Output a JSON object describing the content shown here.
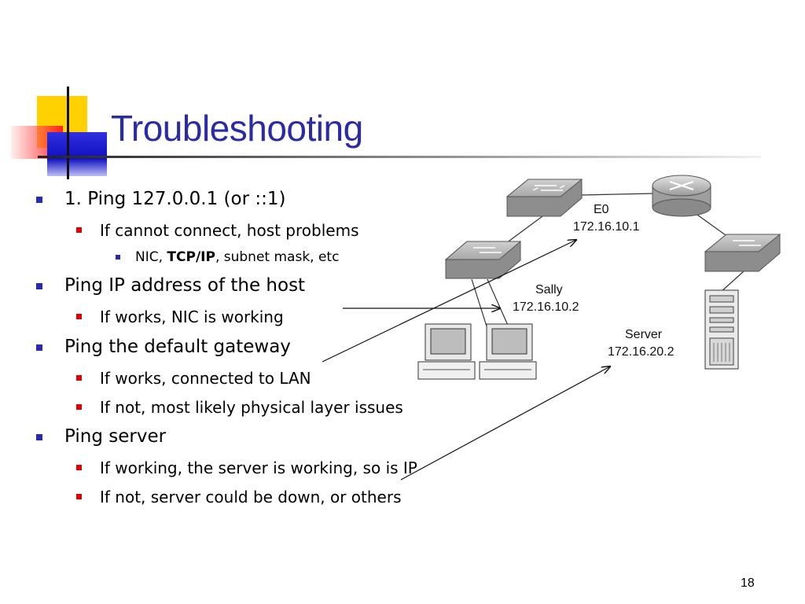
{
  "slide": {
    "title": "Troubleshooting",
    "page_number": "18",
    "bullets": [
      {
        "level": 1,
        "text": "1. Ping 127.0.0.1 (or ::1)"
      },
      {
        "level": 2,
        "text": "If cannot connect, host problems"
      },
      {
        "level": 3,
        "text_prefix": "NIC, ",
        "text_bold": "TCP/IP",
        "text_suffix": ", subnet mask, etc"
      },
      {
        "level": 1,
        "text": "Ping IP address of the host"
      },
      {
        "level": 2,
        "text": "If works, NIC is working"
      },
      {
        "level": 1,
        "text": "Ping the default gateway"
      },
      {
        "level": 2,
        "text": "If works, connected to LAN"
      },
      {
        "level": 2,
        "text": "If not, most likely physical layer issues"
      },
      {
        "level": 1,
        "text": "Ping server"
      },
      {
        "level": 2,
        "text": "If working, the server is working, so is IP"
      },
      {
        "level": 2,
        "text": "If not, server could be down, or others"
      }
    ]
  },
  "diagram": {
    "router_interface": {
      "name": "E0",
      "ip": "172.16.10.1"
    },
    "host": {
      "name": "Sally",
      "ip": "172.16.10.2"
    },
    "server": {
      "name": "Server",
      "ip": "172.16.20.2"
    },
    "icons": [
      "switch-icon",
      "router-icon",
      "desktop-computer-icon",
      "server-tower-icon"
    ]
  },
  "colors": {
    "title": "#2b2ba8",
    "bullet_level1": "#2a2ab0",
    "bullet_level2": "#e00000",
    "accent_yellow": "#ffd100",
    "accent_red": "#ff2020",
    "accent_blue": "#1010c0"
  }
}
